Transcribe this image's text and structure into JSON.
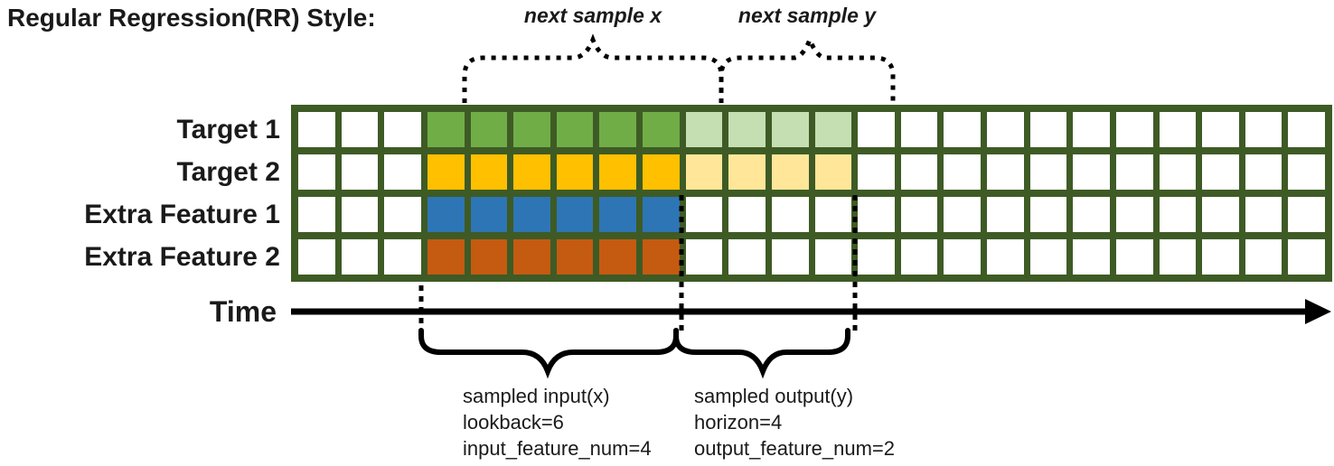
{
  "title": "Regular Regression(RR) Style:",
  "colors": {
    "grid_border": "#3E5B25",
    "line": "#000000",
    "cell_empty": "#ffffff"
  },
  "grid": {
    "columns": 24,
    "lead_empty": 3,
    "lookback": 6,
    "horizon": 4
  },
  "rows": [
    {
      "label": "Target 1",
      "fill": "#70AD47",
      "light": "#C5DFB3"
    },
    {
      "label": "Target 2",
      "fill": "#FFC000",
      "light": "#FFE699"
    },
    {
      "label": "Extra Feature 1",
      "fill": "#2E75B5",
      "light": null
    },
    {
      "label": "Extra Feature 2",
      "fill": "#C55A11",
      "light": null
    }
  ],
  "axis": {
    "label": "Time"
  },
  "annotations": {
    "next_sample_x": "next sample x",
    "next_sample_y": "next sample y",
    "input": {
      "lines": [
        "sampled input(x)",
        "lookback=6",
        "input_feature_num=4"
      ]
    },
    "output": {
      "lines": [
        "sampled output(y)",
        "horizon=4",
        "output_feature_num=2"
      ]
    }
  }
}
